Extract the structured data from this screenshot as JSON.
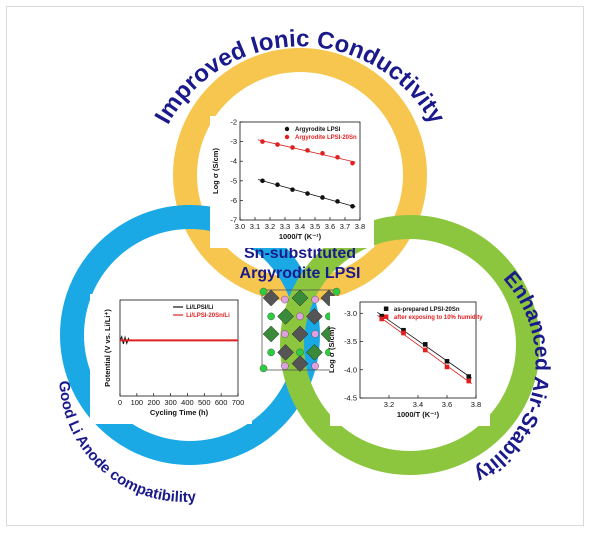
{
  "titles": {
    "top_arc": "Improved Ionic Conductivity",
    "right_arc": "Enhanced Air-Stability",
    "left_arc": "Good Li Anode compatibility",
    "center_line1": "Sn-substituted",
    "center_line2": "Argyrodite LPSI"
  },
  "colors": {
    "top_ring": "#f6c64e",
    "left_ring": "#1ba9e6",
    "right_ring": "#8cc63f",
    "title": "#1a1a8c",
    "black_series": "#111111",
    "red_series": "#e02020"
  },
  "chart_data": [
    {
      "type": "scatter",
      "xlabel": "1000/T (K⁻¹)",
      "ylabel": "Log σ (S/cm)",
      "xlim": [
        3.0,
        3.8
      ],
      "ylim": [
        -7,
        -2
      ],
      "xticks": [
        "3.0",
        "3.1",
        "3.2",
        "3.3",
        "3.4",
        "3.5",
        "3.6",
        "3.7",
        "3.8"
      ],
      "yticks": [
        "-2",
        "-3",
        "-4",
        "-5",
        "-6",
        "-7"
      ],
      "legend_position": "top-right",
      "series": [
        {
          "name": "Argyrodite LPSI",
          "color": "#111111",
          "marker": "circle",
          "x": [
            3.15,
            3.25,
            3.35,
            3.45,
            3.55,
            3.65,
            3.75
          ],
          "y": [
            -5.0,
            -5.2,
            -5.45,
            -5.65,
            -5.85,
            -6.05,
            -6.3
          ]
        },
        {
          "name": "Argyrodite LPSI-20Sn",
          "color": "#e02020",
          "marker": "circle",
          "x": [
            3.15,
            3.25,
            3.35,
            3.45,
            3.55,
            3.65,
            3.75
          ],
          "y": [
            -3.0,
            -3.15,
            -3.3,
            -3.45,
            -3.6,
            -3.8,
            -4.1
          ]
        }
      ]
    },
    {
      "type": "line",
      "xlabel": "Cycling Time (h)",
      "ylabel": "Potential (V vs. Li/Li⁺)",
      "xlim": [
        0,
        700
      ],
      "xticks": [
        "0",
        "100",
        "200",
        "300",
        "400",
        "500",
        "600",
        "700"
      ],
      "legend_position": "top-right",
      "series": [
        {
          "name": "Li/LPSI/Li",
          "color": "#111111",
          "x": [
            0,
            10,
            20,
            30,
            40,
            50,
            55
          ],
          "y": [
            0,
            0.6,
            -0.6,
            0.5,
            -0.5,
            0.3,
            0
          ]
        },
        {
          "name": "Li/LPSI-20Sn/Li",
          "color": "#e02020",
          "x": [
            0,
            700
          ],
          "y": [
            0,
            0
          ]
        }
      ]
    },
    {
      "type": "scatter",
      "xlabel": "1000/T (K⁻¹)",
      "ylabel": "Log σ (S/cm)",
      "xlim": [
        3.0,
        3.8
      ],
      "ylim": [
        -4.5,
        -2.8
      ],
      "xticks": [
        "3.2",
        "3.4",
        "3.6",
        "3.8"
      ],
      "yticks": [
        "-3.0",
        "-3.5",
        "-4.0",
        "-4.5"
      ],
      "legend_position": "top-right",
      "series": [
        {
          "name": "as-prepared LPSI-20Sn",
          "color": "#111111",
          "marker": "square",
          "x": [
            3.15,
            3.3,
            3.45,
            3.6,
            3.75
          ],
          "y": [
            -3.05,
            -3.3,
            -3.55,
            -3.85,
            -4.12
          ]
        },
        {
          "name": "after exposing to 10% humidity",
          "color": "#e02020",
          "marker": "square",
          "x": [
            3.15,
            3.3,
            3.45,
            3.6,
            3.75
          ],
          "y": [
            -3.1,
            -3.35,
            -3.65,
            -3.95,
            -4.2
          ]
        }
      ]
    }
  ]
}
